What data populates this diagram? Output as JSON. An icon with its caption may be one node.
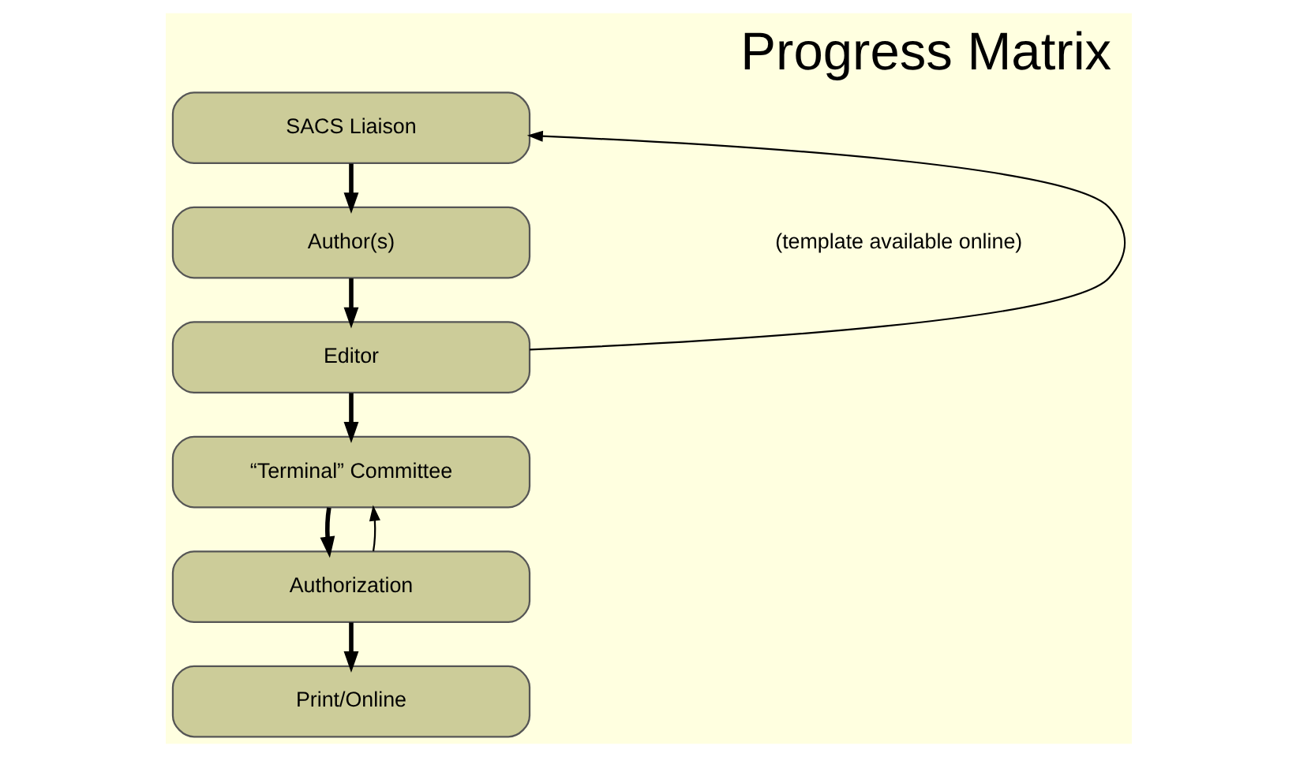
{
  "diagram": {
    "title": "Progress Matrix",
    "nodes": [
      {
        "text": [
          "SACS Liaison"
        ]
      },
      {
        "text": [
          "Author(s)"
        ]
      },
      {
        "text": [
          "Editor"
        ]
      },
      {
        "text": [
          "“Terminal” Committee"
        ]
      },
      {
        "text": [
          "Authorization"
        ]
      },
      {
        "text": [
          "Print/Online"
        ]
      }
    ],
    "edges": [
      {
        "from": 0,
        "to": 1,
        "arrow": "to"
      },
      {
        "from": 1,
        "to": 2,
        "arrow": "to"
      },
      {
        "from": 2,
        "to": 0,
        "arrow": "to"
      },
      {
        "from": 2,
        "to": 3,
        "arrow": "to"
      },
      {
        "from": 3,
        "to": 4,
        "arrow": "to"
      },
      {
        "from": 4,
        "to": 3,
        "arrow": "to"
      },
      {
        "from": 4,
        "to": 5,
        "arrow": "to"
      }
    ],
    "labels": [
      "(template available online)"
    ]
  }
}
